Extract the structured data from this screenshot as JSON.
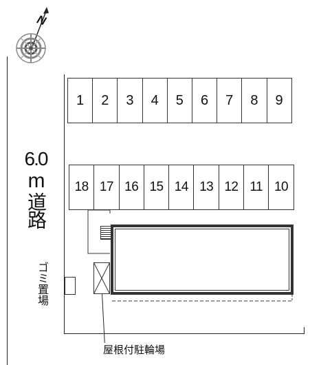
{
  "compass": {
    "label": "N",
    "icon": "north-compass-icon"
  },
  "road": {
    "width_label": "6.0",
    "unit_label": "m",
    "label": "道路"
  },
  "parking": {
    "top_row": [
      "1",
      "2",
      "3",
      "4",
      "5",
      "6",
      "7",
      "8",
      "9"
    ],
    "bottom_row": [
      "18",
      "17",
      "16",
      "15",
      "14",
      "13",
      "12",
      "11",
      "10"
    ]
  },
  "facilities": {
    "garbage_label": "ゴミ置場",
    "bike_parking_label": "屋根付駐輪場"
  }
}
